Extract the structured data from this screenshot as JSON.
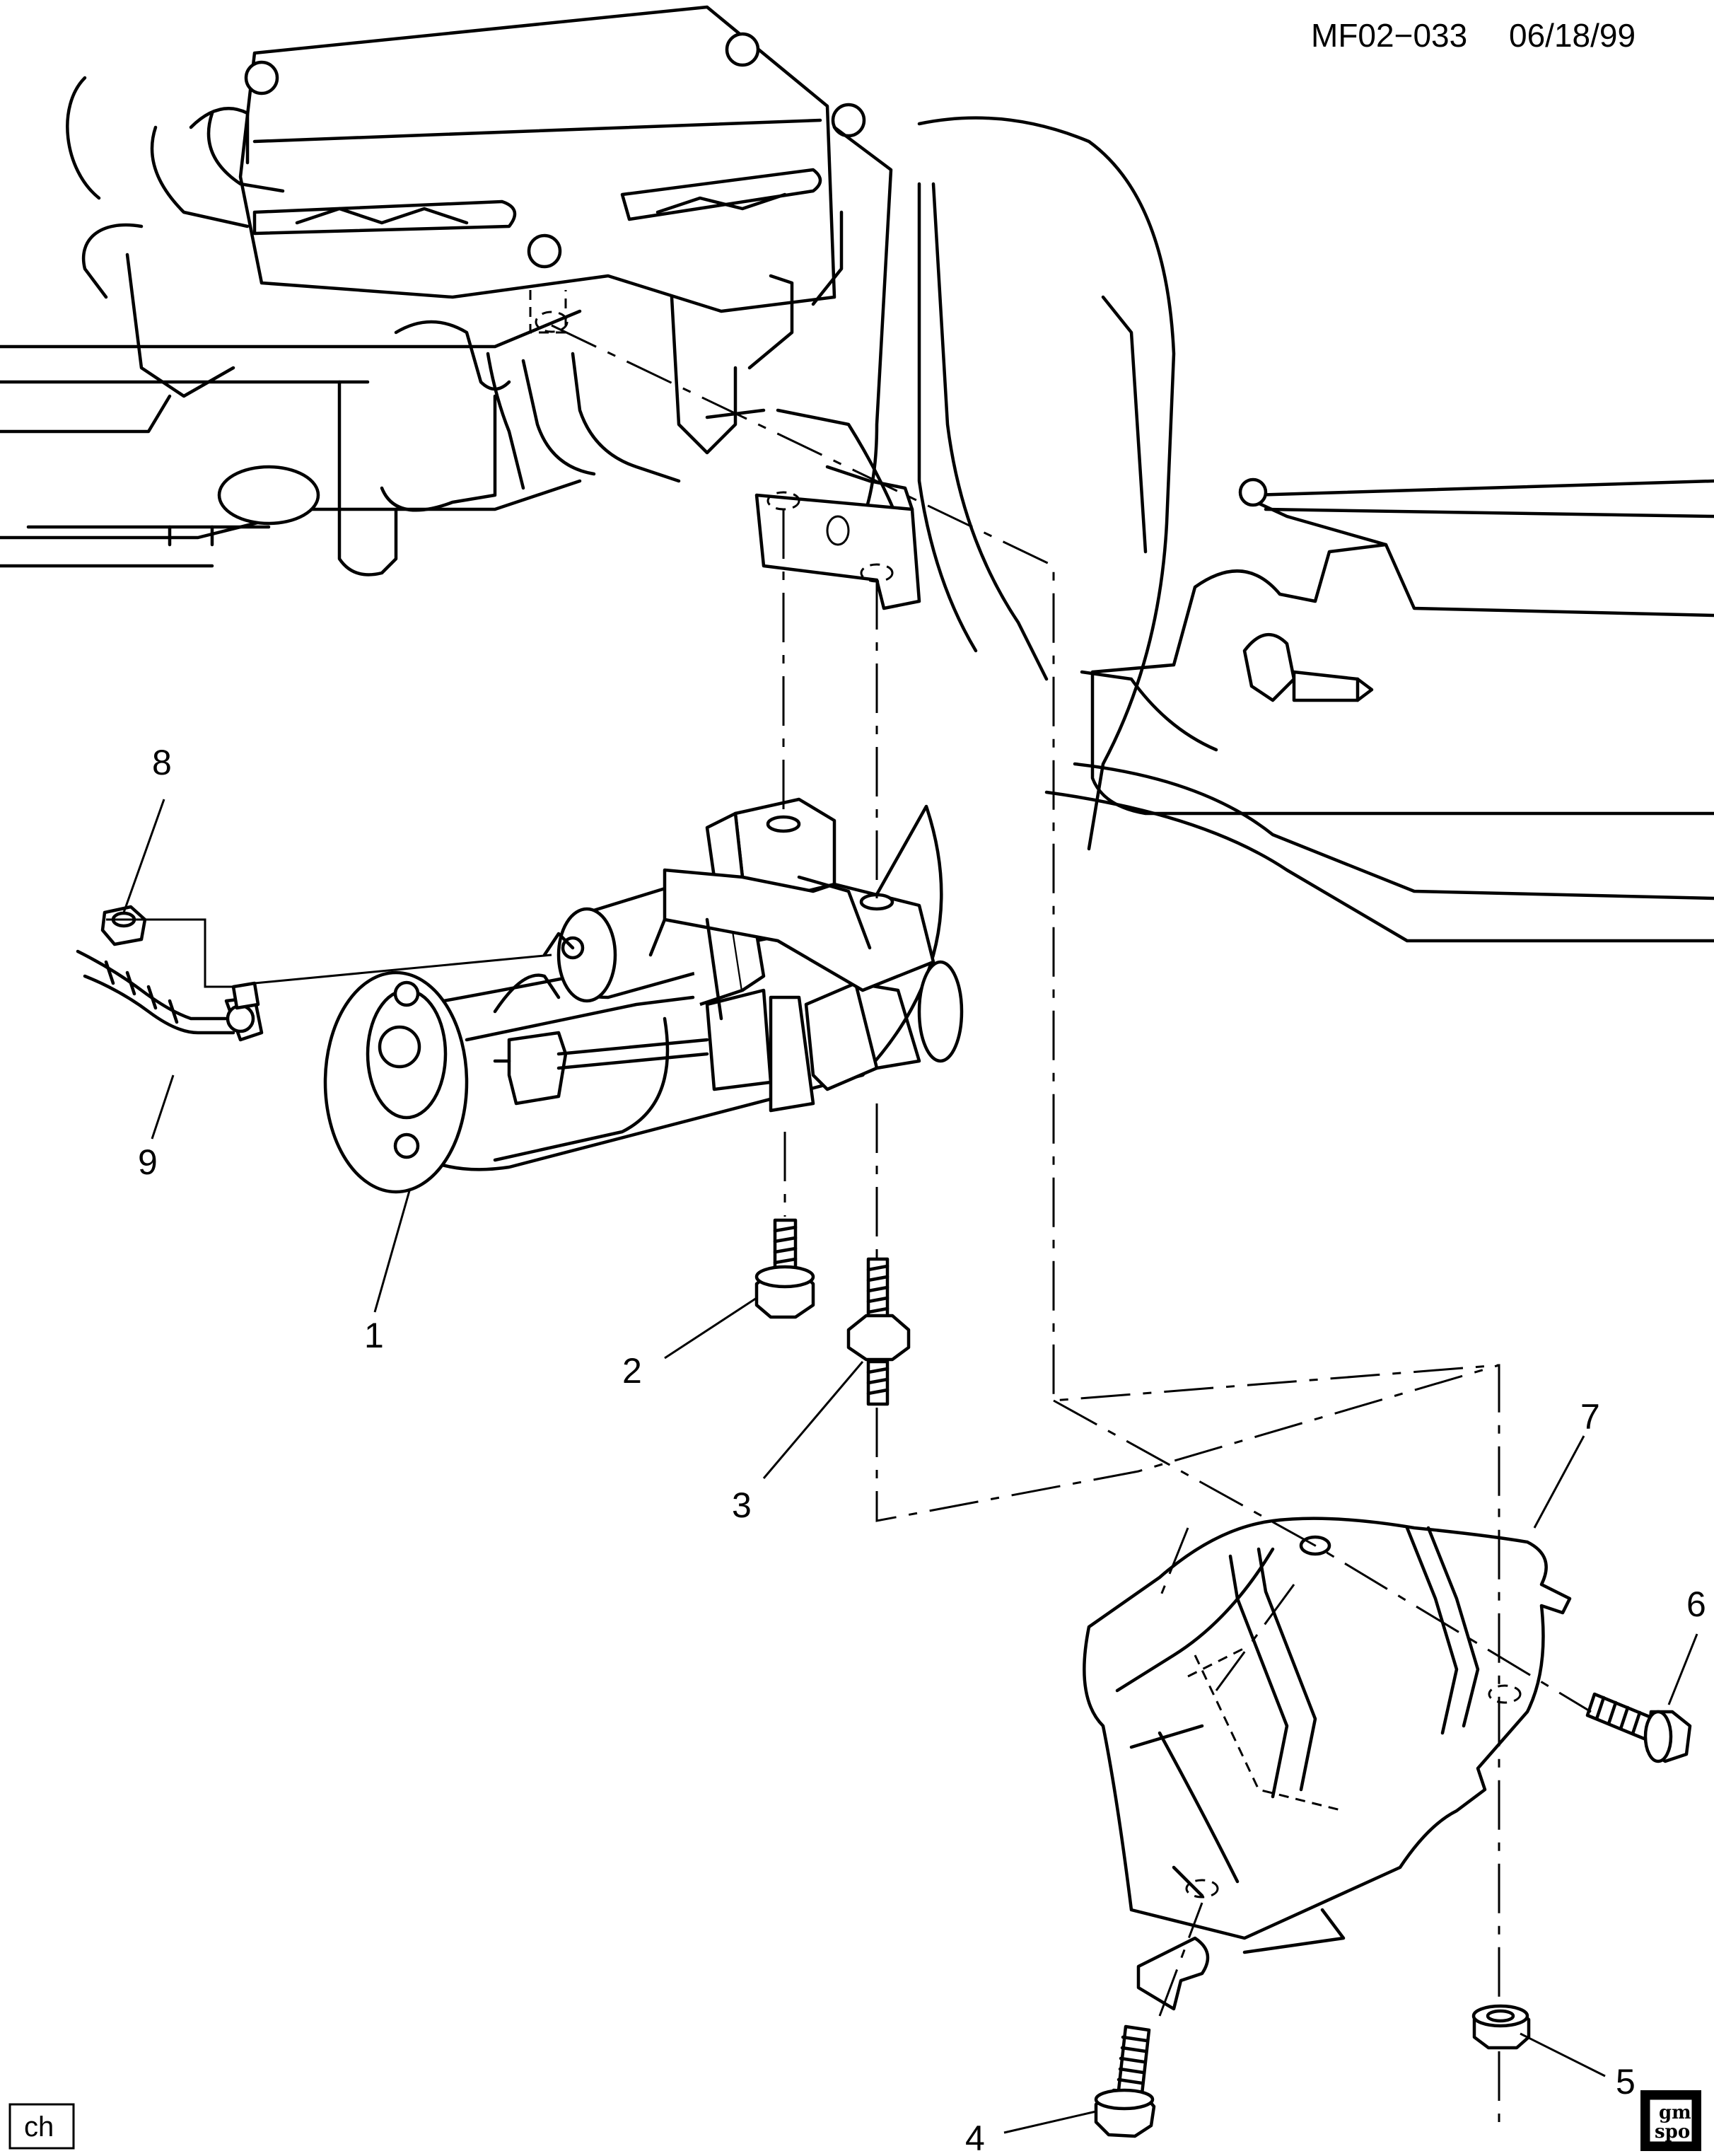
{
  "header": {
    "drawing_id": "MF02−033",
    "date": "06/18/99"
  },
  "callouts": [
    "1",
    "2",
    "3",
    "4",
    "5",
    "6",
    "7",
    "8",
    "9"
  ],
  "footer": {
    "tag": "ch",
    "logo_line1": "gm",
    "logo_line2": "spo"
  }
}
